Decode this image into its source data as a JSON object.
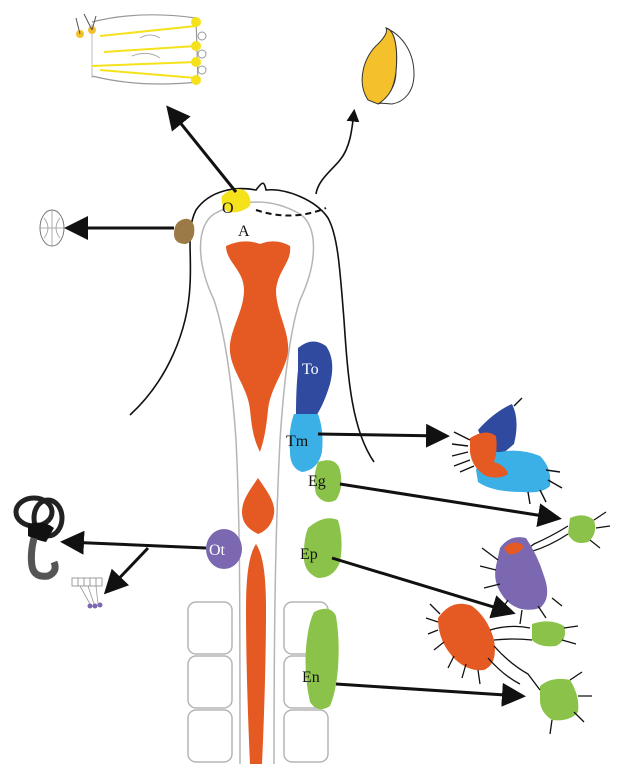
{
  "colors": {
    "neural_tube": "#e55a22",
    "trigeminal_ophthalmic": "#2f4a9e",
    "trigeminal_maxillomandibular": "#3ab0e6",
    "epibranchial": "#8bc34a",
    "otic": "#7b68b0",
    "olfactory": "#f5e21b",
    "lens": "#9c7a45",
    "adenohypophysis": "#f4c02c",
    "outline": "#111111",
    "somite_outline": "#bdbdbd"
  },
  "labels": {
    "olfactory": "O",
    "adenohypophyseal": "A",
    "trigeminal_ophthalmic": "To",
    "trigeminal_maxillomandibular": "Tm",
    "epibranchial_geniculate": "Eg",
    "epibranchial_petrosal": "Ep",
    "epibranchial_nodose": "En",
    "otic": "Ot"
  }
}
